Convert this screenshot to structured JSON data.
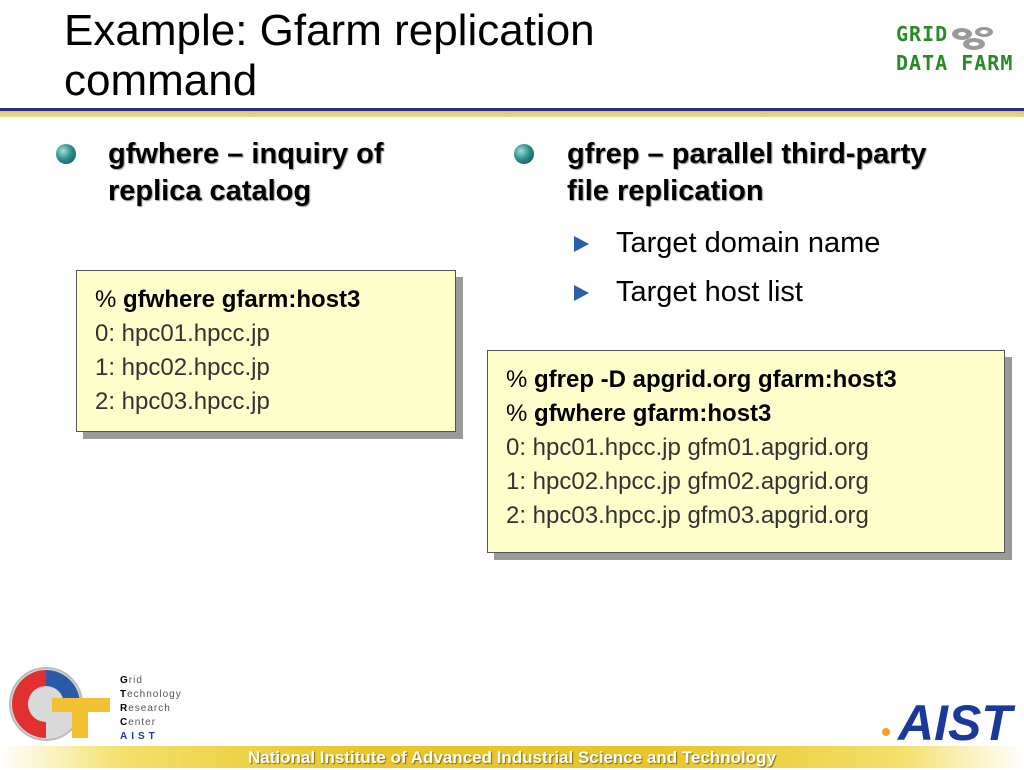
{
  "title": "Example: Gfarm replication command",
  "gdf_logo": {
    "line1": "GRID",
    "line2": "DATA FARM"
  },
  "left": {
    "bullet_line1": "gfwhere – inquiry of",
    "bullet_line2": "replica catalog",
    "code": {
      "prompt": "% ",
      "command": "gfwhere gfarm:host3",
      "outputs": [
        "0: hpc01.hpcc.jp",
        "1: hpc02.hpcc.jp",
        "2: hpc03.hpcc.jp"
      ]
    }
  },
  "right": {
    "bullet_line1": "gfrep – parallel third-party",
    "bullet_line2": "file replication",
    "subitems": [
      "Target domain name",
      "Target host list"
    ],
    "code": {
      "prompt1": "% ",
      "command1": "gfrep -D apgrid.org gfarm:host3",
      "prompt2": "% ",
      "command2": "gfwhere gfarm:host3",
      "outputs": [
        "0: hpc01.hpcc.jp gfm01.apgrid.org",
        "1: hpc02.hpcc.jp gfm02.apgrid.org",
        "2: hpc03.hpcc.jp gfm03.apgrid.org"
      ]
    }
  },
  "gtrc_logo": {
    "g": "G",
    "rid": "rid",
    "t": "T",
    "echnology": "echnology",
    "r": "R",
    "esearch": "esearch",
    "c": "C",
    "enter": "enter",
    "aist": "AIST"
  },
  "aist_logo": "AIST",
  "footer": "National Institute of Advanced Industrial Science and Technology",
  "colors": {
    "title_rule": "#2d2d8a",
    "code_bg": "#ffffcc",
    "bullet_arrow": "#2f5faa",
    "footer_band": "#e9c52a",
    "aist_blue": "#1a3a9a"
  }
}
